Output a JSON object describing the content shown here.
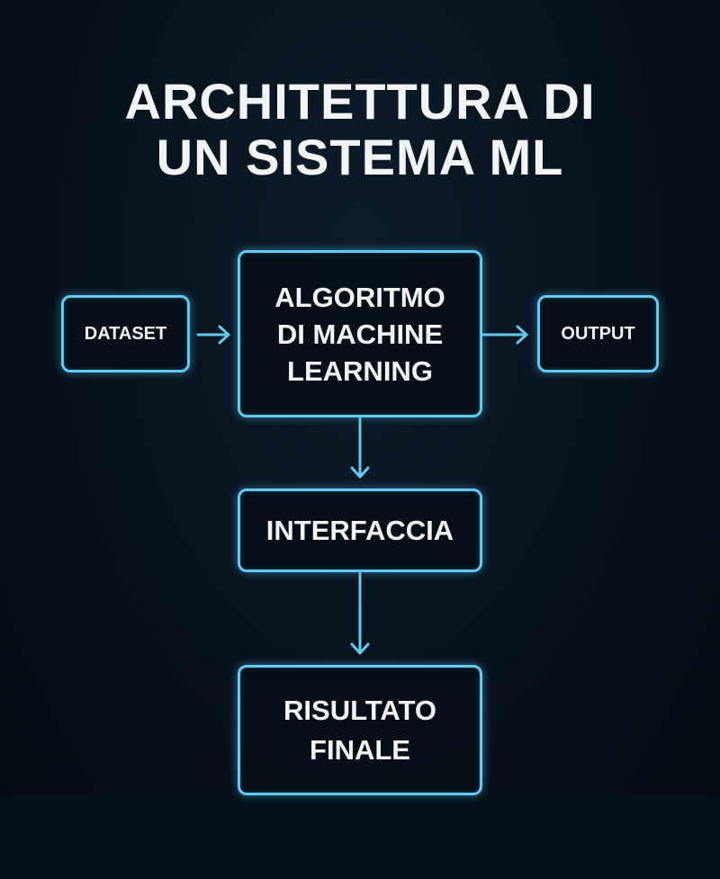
{
  "title": {
    "line1": "ARCHITETTURA DI",
    "line2": "UN SISTEMA ML"
  },
  "nodes": {
    "dataset": "DATASET",
    "algorithm": {
      "line1": "ALGORITMO",
      "line2": "DI MACHINE",
      "line3": "LEARNING"
    },
    "output": "OUTPUT",
    "interface": "INTERFACCIA",
    "result": {
      "line1": "RISULTATO",
      "line2": "FINALE"
    }
  },
  "colors": {
    "accent": "#63c8f2",
    "text": "#f2f4f6",
    "background": "#050a11"
  }
}
